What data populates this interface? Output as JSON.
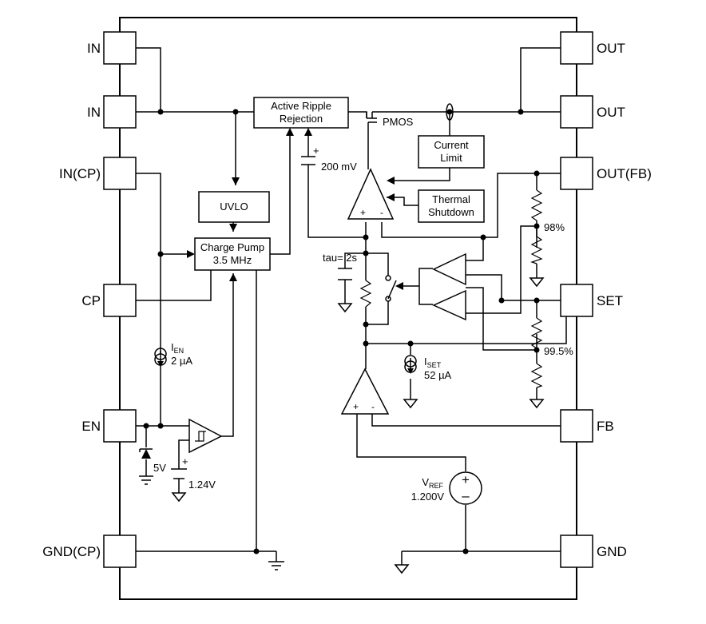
{
  "pins": {
    "left": [
      "IN",
      "IN",
      "IN(CP)",
      "CP",
      "EN",
      "GND(CP)"
    ],
    "right": [
      "OUT",
      "OUT",
      "OUT(FB)",
      "SET",
      "FB",
      "GND"
    ]
  },
  "blocks": {
    "active_ripple": [
      "Active Ripple",
      "Rejection"
    ],
    "current_limit": [
      "Current",
      "Limit"
    ],
    "thermal": [
      "Thermal",
      "Shutdown"
    ],
    "uvlo": "UVLO",
    "charge_pump": [
      "Charge Pump",
      "3.5 MHz"
    ]
  },
  "labels": {
    "pmos": "PMOS",
    "v200": "200 mV",
    "tau": "tau= 2s",
    "pct98": "98%",
    "pct995": "99.5%",
    "ien_main": "I",
    "ien_sub": "EN",
    "ien_val": "2 µA",
    "iset_main": "I",
    "iset_sub": "SET",
    "iset_val": "52 µA",
    "vref_main": "V",
    "vref_sub": "REF",
    "vref_val": "1.200V",
    "v5": "5V",
    "v124": "1.24V",
    "plus": "+",
    "minus": "-",
    "vplus": "+",
    "vminus": "–"
  }
}
